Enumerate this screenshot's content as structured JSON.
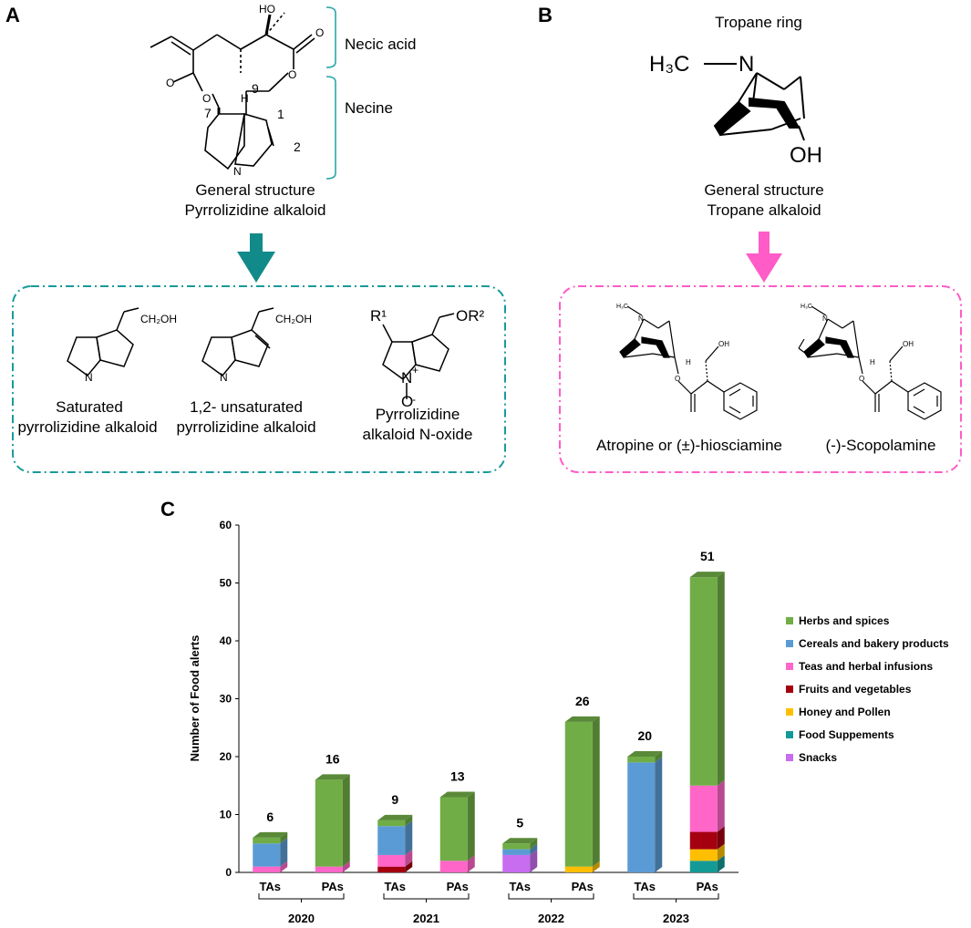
{
  "panels": {
    "a": {
      "letter": "A",
      "necic_label": "Necic acid",
      "necine_label": "Necine",
      "atom_ho": "HO",
      "atom_h": "H",
      "atom_o1": "O",
      "atom_o2": "O",
      "atom_o3": "O",
      "atom_o4": "O",
      "atom_n": "N",
      "num_9": "9",
      "num_7": "7",
      "num_1": "1",
      "num_2": "2",
      "caption_line1": "General structure",
      "caption_line2": "Pyrrolizidine alkaloid",
      "box_color": "#1a9a9a",
      "arrow_color": "#138a8a",
      "items": [
        {
          "line1": "Saturated",
          "line2": "pyrrolizidine alkaloid",
          "ch2oh": "CH₂OH",
          "n": "N"
        },
        {
          "line1": "1,2- unsaturated",
          "line2": "pyrrolizidine alkaloid",
          "ch2oh": "CH₂OH",
          "n": "N"
        },
        {
          "line1": "Pyrrolizidine",
          "line2": "alkaloid N-oxide",
          "r1": "R¹",
          "or2": "OR²",
          "n": "N",
          "plus": "+",
          "o": "O",
          "minus": "-"
        }
      ]
    },
    "b": {
      "letter": "B",
      "title": "Tropane ring",
      "h3c": "H₃C",
      "n": "N",
      "oh": "OH",
      "caption_line1": "General structure",
      "caption_line2": "Tropane alkaloid",
      "box_color": "#ff5cc8",
      "arrow_color": "#ff5cc8",
      "items": [
        {
          "label": "Atropine or (±)-hiosciamine",
          "h3c": "H₃C",
          "n": "N",
          "oh": "OH",
          "h": "H",
          "o": "O"
        },
        {
          "label": "(-)-Scopolamine",
          "h3c": "H₃C",
          "n": "N",
          "oh": "OH",
          "h": "H",
          "o": "O"
        }
      ]
    },
    "c": {
      "letter": "C"
    }
  },
  "chart_data": {
    "type": "bar",
    "stacked": true,
    "ylabel": "Number of Food alerts",
    "ylim": [
      0,
      60
    ],
    "yticks": [
      0,
      10,
      20,
      30,
      40,
      50,
      60
    ],
    "grid": false,
    "legend_position": "right",
    "categories": [
      "TAs",
      "PAs",
      "TAs",
      "PAs",
      "TAs",
      "PAs",
      "TAs",
      "PAs"
    ],
    "groups": [
      "2020",
      "2021",
      "2022",
      "2023"
    ],
    "totals": [
      6,
      16,
      9,
      13,
      5,
      26,
      20,
      51
    ],
    "series": [
      {
        "name": "Snacks",
        "color": "#c86cf0",
        "values": [
          0,
          0,
          0,
          0,
          3,
          0,
          0,
          0
        ]
      },
      {
        "name": "Food Suppements",
        "color": "#149a96",
        "values": [
          0,
          0,
          0,
          0,
          0,
          0,
          0,
          2
        ]
      },
      {
        "name": "Honey and Pollen",
        "color": "#ffbf00",
        "values": [
          0,
          0,
          0,
          0,
          0,
          1,
          0,
          2
        ]
      },
      {
        "name": "Fruits and vegetables",
        "color": "#a40010",
        "values": [
          0,
          0,
          1,
          0,
          0,
          0,
          0,
          3
        ]
      },
      {
        "name": "Teas and herbal infusions",
        "color": "#ff66c8",
        "values": [
          1,
          1,
          2,
          2,
          0,
          0,
          0,
          8
        ]
      },
      {
        "name": "Cereals and bakery products",
        "color": "#5b9bd5",
        "values": [
          4,
          0,
          5,
          0,
          1,
          0,
          19,
          0
        ]
      },
      {
        "name": "Herbs and spices",
        "color": "#70ad47",
        "values": [
          1,
          15,
          1,
          11,
          1,
          25,
          1,
          36
        ]
      }
    ],
    "legend_order": [
      "Herbs and spices",
      "Cereals and bakery products",
      "Teas and herbal infusions",
      "Fruits and vegetables",
      "Honey and Pollen",
      "Food Suppements",
      "Snacks"
    ]
  }
}
